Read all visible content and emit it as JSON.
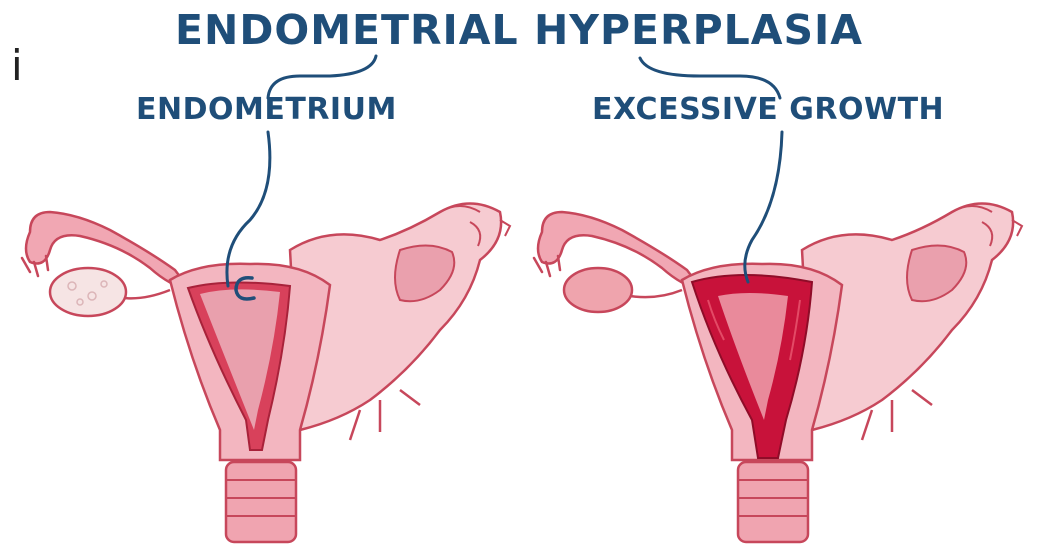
{
  "title": "ENDOMETRIAL HYPERPLASIA",
  "labels": {
    "left": "ENDOMETRIUM",
    "right": "EXCESSIVE GROWTH"
  },
  "stray_glyph": "i",
  "colors": {
    "ink": "#1f4e79",
    "tissue_light": "#f6cbd1",
    "tissue_mid": "#eaa0ad",
    "tissue_outline": "#c7475b",
    "endometrium_normal": "#d8415b",
    "endometrium_thick": "#c8123a",
    "ovary_normal": "#f6e4e4",
    "ovary_enlarged": "#efa4ad"
  }
}
